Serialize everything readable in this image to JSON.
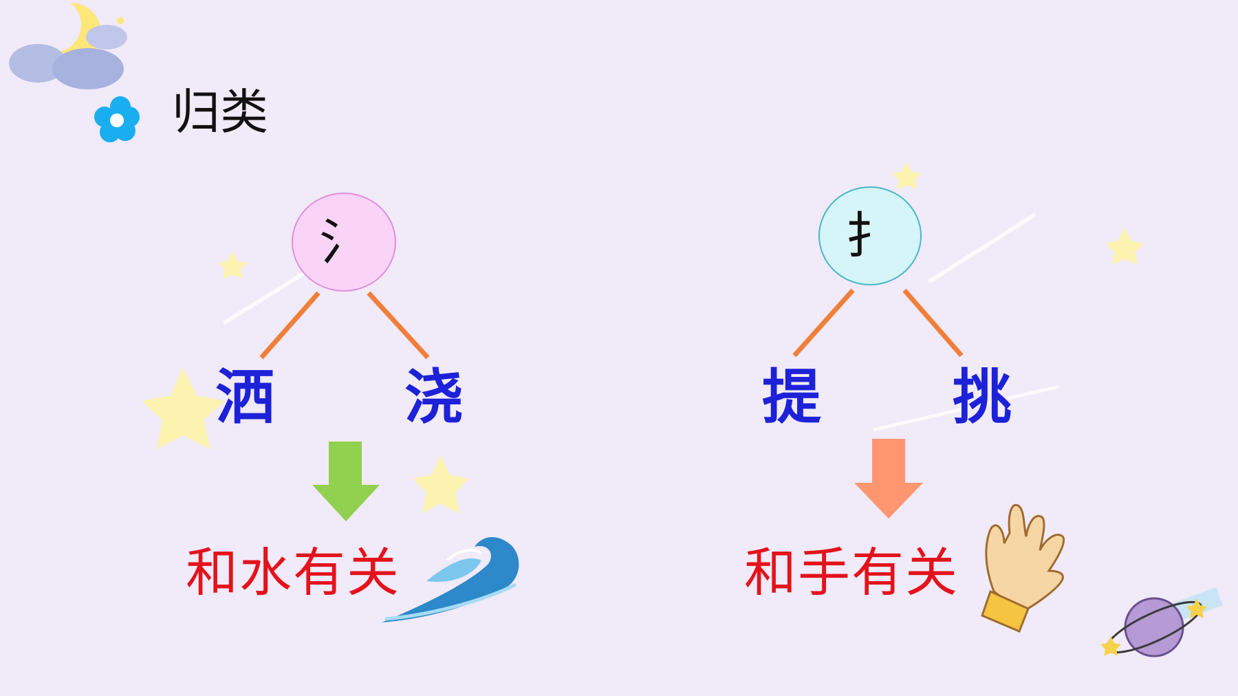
{
  "heading": "归类",
  "left_group": {
    "radical": "氵",
    "chars": [
      "洒",
      "浇"
    ],
    "meaning": "和水有关",
    "accent_color": "#92d050"
  },
  "right_group": {
    "radical": "扌",
    "chars": [
      "提",
      "挑"
    ],
    "meaning": "和手有关",
    "accent_color": "#ff9670"
  },
  "icons": [
    "flower-bullet-icon",
    "moon-cloud-icon",
    "wave-icon",
    "hand-icon",
    "planet-icon",
    "star-icon"
  ]
}
